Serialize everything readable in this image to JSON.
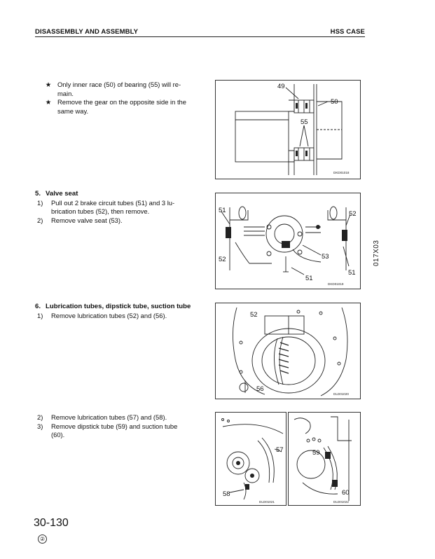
{
  "header": {
    "left": "DISASSEMBLY AND ASSEMBLY",
    "right": "HSS CASE"
  },
  "notes": [
    {
      "symbol": "★",
      "lines": [
        "Only inner race (50) of bearing (55) will re-",
        "main."
      ]
    },
    {
      "symbol": "★",
      "lines": [
        "Remove the gear on the opposite side in the",
        "same way."
      ]
    }
  ],
  "section5": {
    "number": "5.",
    "title": "Valve seat",
    "steps": [
      {
        "n": "1)",
        "lines": [
          "Pull out 2 brake circuit tubes (51) and 3 lu-",
          "brication tubes (52), then remove."
        ]
      },
      {
        "n": "2)",
        "lines": [
          "Remove valve seat (53)."
        ]
      }
    ]
  },
  "section6": {
    "number": "6.",
    "title": "Lubrication tubes, dipstick tube, suction tube",
    "steps": [
      {
        "n": "1)",
        "lines": [
          "Remove lubrication tubes (52) and (56)."
        ]
      }
    ],
    "steps2": [
      {
        "n": "2)",
        "lines": [
          "Remove lubrication tubes (57) and (58)."
        ]
      },
      {
        "n": "3)",
        "lines": [
          "Remove dipstick tube (59) and suction tube",
          "(60)."
        ]
      }
    ]
  },
  "figures": {
    "fig1": {
      "code": "DKD01018",
      "labels": [
        "49",
        "50",
        "55"
      ]
    },
    "fig2": {
      "code": "DKD01019",
      "labels": [
        "51",
        "52",
        "52",
        "53",
        "51",
        "51"
      ]
    },
    "fig3": {
      "code": "DLD01020",
      "labels": [
        "52",
        "56"
      ]
    },
    "fig4": {
      "code": "DLD01021",
      "labels": [
        "57",
        "58"
      ]
    },
    "fig5": {
      "code": "DLD01022",
      "labels": [
        "59",
        "60"
      ]
    }
  },
  "side_code": "017X03",
  "page_number": "30-130",
  "revision": "②"
}
